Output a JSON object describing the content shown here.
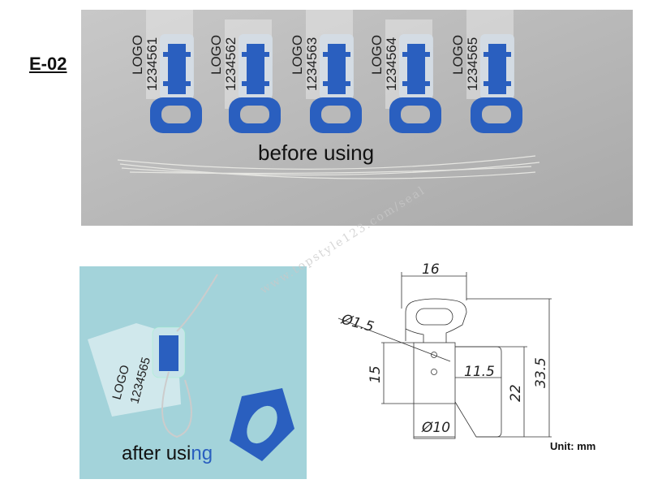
{
  "model_label": "E-02",
  "top_photo": {
    "caption": "before using",
    "seals": [
      {
        "logo": "LOGO",
        "number": "1234561"
      },
      {
        "logo": "LOGO",
        "number": "1234562"
      },
      {
        "logo": "LOGO",
        "number": "1234563"
      },
      {
        "logo": "LOGO",
        "number": "1234564"
      },
      {
        "logo": "LOGO",
        "number": "1234565"
      }
    ]
  },
  "bottom_photo": {
    "caption_main": "after usi",
    "caption_highlight": "ng",
    "tag_logo": "LOGO",
    "tag_number": "1234565"
  },
  "drawing": {
    "width_top": "16",
    "hole_diameter": "Ø1.5",
    "tag_width": "11.5",
    "body_height": "15",
    "tag_height": "22",
    "total_height": "33.5",
    "body_diameter": "Ø10",
    "unit": "Unit: mm"
  },
  "watermark": "www.topstyle123.com/seal",
  "colors": {
    "seal_blue": "#2a5fbf",
    "top_bg": "#b9b9b9",
    "bottom_bg": "#a3d3da"
  }
}
